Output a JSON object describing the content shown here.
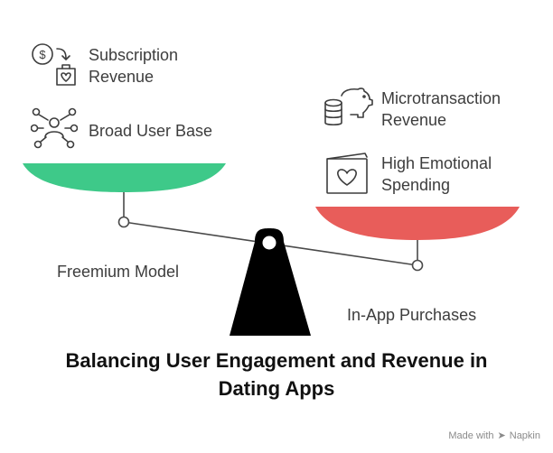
{
  "left_side": {
    "label": "Freemium Model",
    "color": "#3ec989",
    "items": [
      {
        "icon": "dollar-exchange-icon",
        "line1": "Subscription",
        "line2": "Revenue"
      },
      {
        "icon": "user-network-icon",
        "line1": "Broad User Base"
      }
    ]
  },
  "right_side": {
    "label": "In-App Purchases",
    "color": "#e85d5a",
    "items": [
      {
        "icon": "piggy-bank-coins-icon",
        "line1": "Microtransaction",
        "line2": "Revenue"
      },
      {
        "icon": "heart-card-icon",
        "line1": "High Emotional",
        "line2": "Spending"
      }
    ]
  },
  "title": {
    "line1": "Balancing User Engagement and Revenue in",
    "line2": "Dating Apps"
  },
  "brand": {
    "prefix": "Made with",
    "name": "Napkin"
  }
}
